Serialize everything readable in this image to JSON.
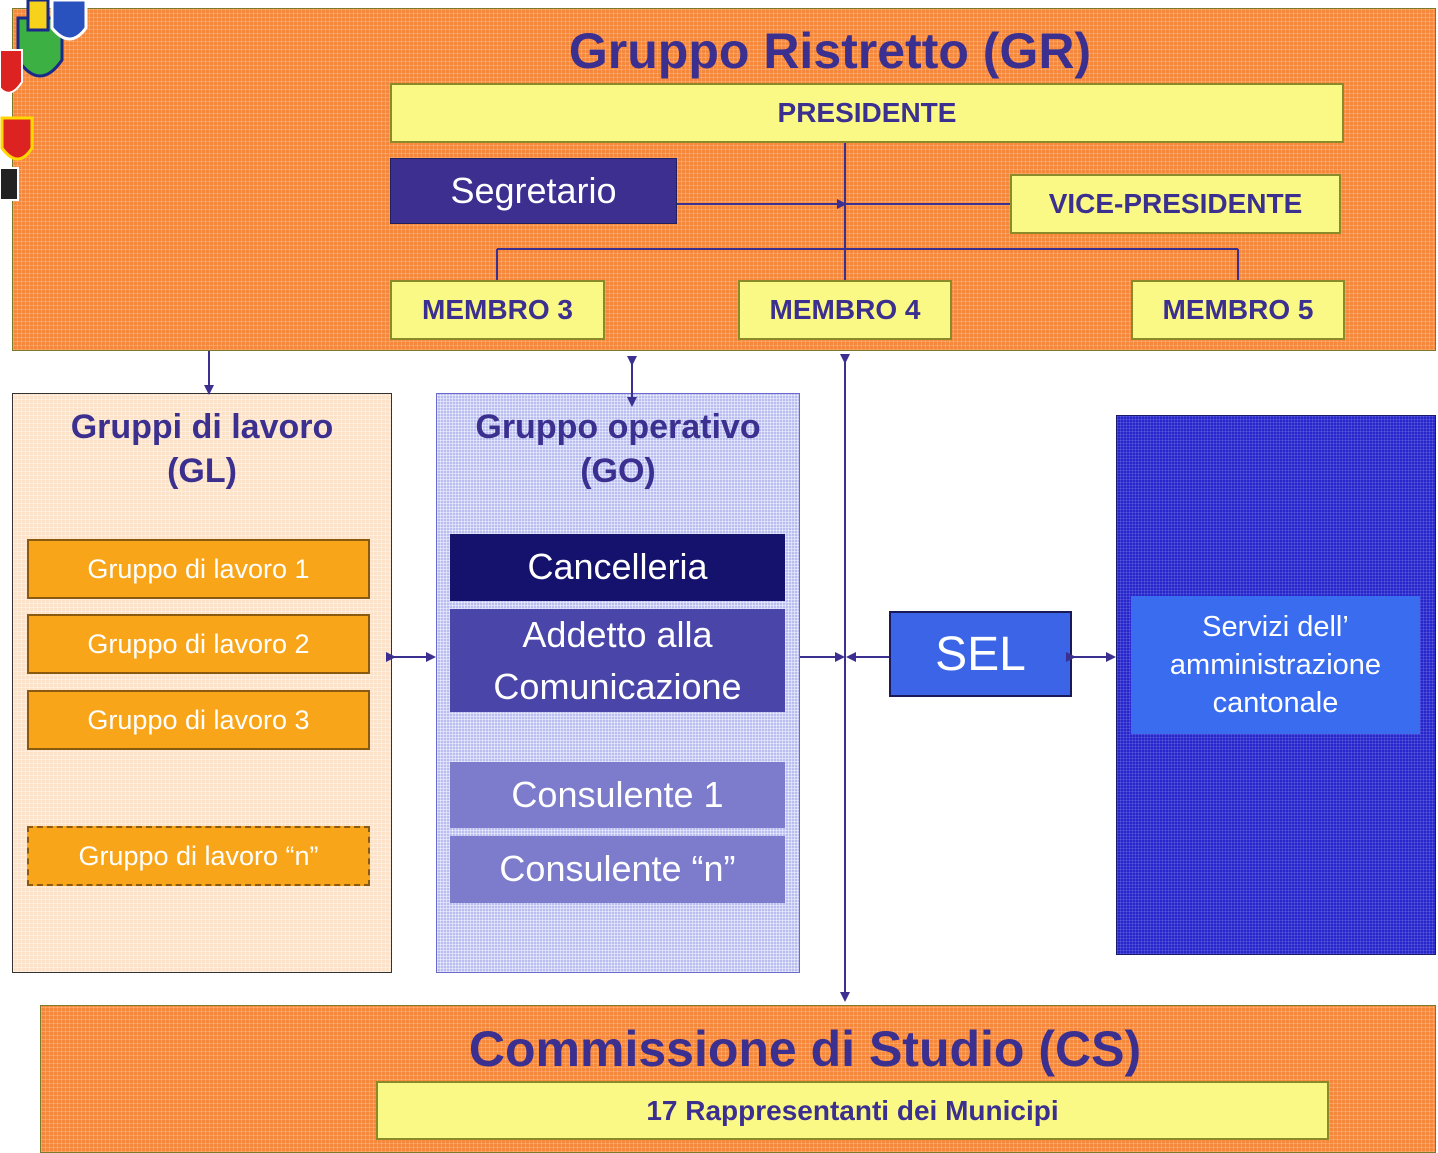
{
  "gr": {
    "title": "Gruppo Ristretto (GR)",
    "presidente": "PRESIDENTE",
    "segretario": "Segretario",
    "vice_presidente": "VICE-PRESIDENTE",
    "membro3": "MEMBRO 3",
    "membro4": "MEMBRO 4",
    "membro5": "MEMBRO 5"
  },
  "gl": {
    "title_line1": "Gruppi di lavoro",
    "title_line2": "(GL)",
    "items": [
      "Gruppo di lavoro 1",
      "Gruppo di lavoro 2",
      "Gruppo di lavoro 3"
    ],
    "item_n": "Gruppo di lavoro “n”"
  },
  "go": {
    "title_line1": "Gruppo operativo",
    "title_line2": "(GO)",
    "cancelleria": "Cancelleria",
    "addetto_line1": "Addetto alla",
    "addetto_line2": "Comunicazione",
    "consulente1": "Consulente 1",
    "consulente_n": "Consulente “n”"
  },
  "sel": {
    "label": "SEL"
  },
  "servizi": {
    "line1": "Servizi dell’",
    "line2": "amministrazione",
    "line3": "cantonale"
  },
  "cs": {
    "title": "Commissione di Studio (CS)",
    "rappresentanti": "17 Rappresentanti dei Municipi"
  },
  "colors": {
    "orange": "#f5883a",
    "yellow": "#fbf985",
    "navy_text": "#3b2f8f",
    "group_orange": "#f9a519",
    "blue": "#2626cc"
  },
  "icons": [
    "coat-of-arms-icon"
  ]
}
